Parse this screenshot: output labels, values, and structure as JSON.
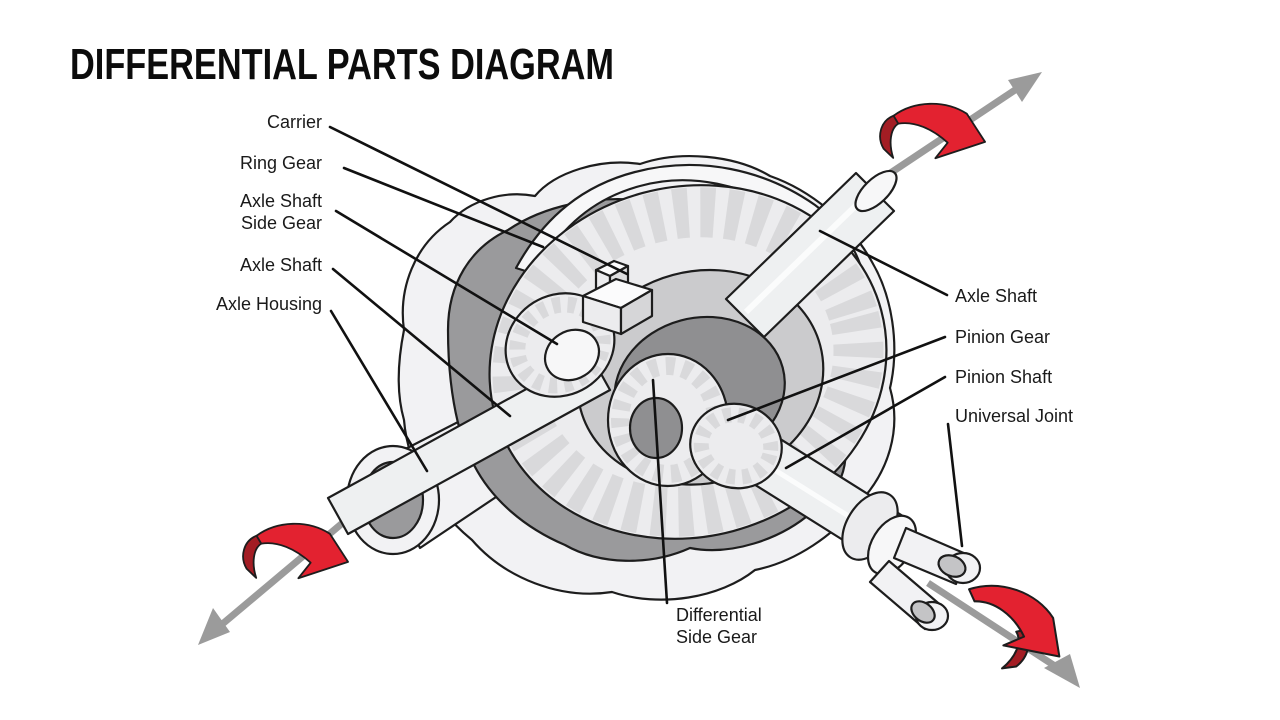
{
  "title": "DIFFERENTIAL PARTS DIAGRAM",
  "colors": {
    "accent_red": "#e32230",
    "accent_red_dark": "#a31d24",
    "arrow_gray": "#9b9b9b",
    "outline": "#1d1d1d",
    "label_text": "#1a1a1a",
    "housing_light": "#f2f2f4",
    "cavity_gray": "#9a9a9c",
    "gear_light": "#ececee",
    "gear_face": "#cbcbcd",
    "background": "#ffffff"
  },
  "labels": {
    "carrier": "Carrier",
    "ring_gear": "Ring Gear",
    "axle_shaft_side_gear": "Axle Shaft\nSide Gear",
    "axle_shaft_left": "Axle Shaft",
    "axle_housing": "Axle Housing",
    "axle_shaft_right": "Axle Shaft",
    "pinion_gear": "Pinion Gear",
    "pinion_shaft": "Pinion Shaft",
    "universal_joint": "Universal Joint",
    "differential_side_gear": "Differential\nSide Gear"
  }
}
